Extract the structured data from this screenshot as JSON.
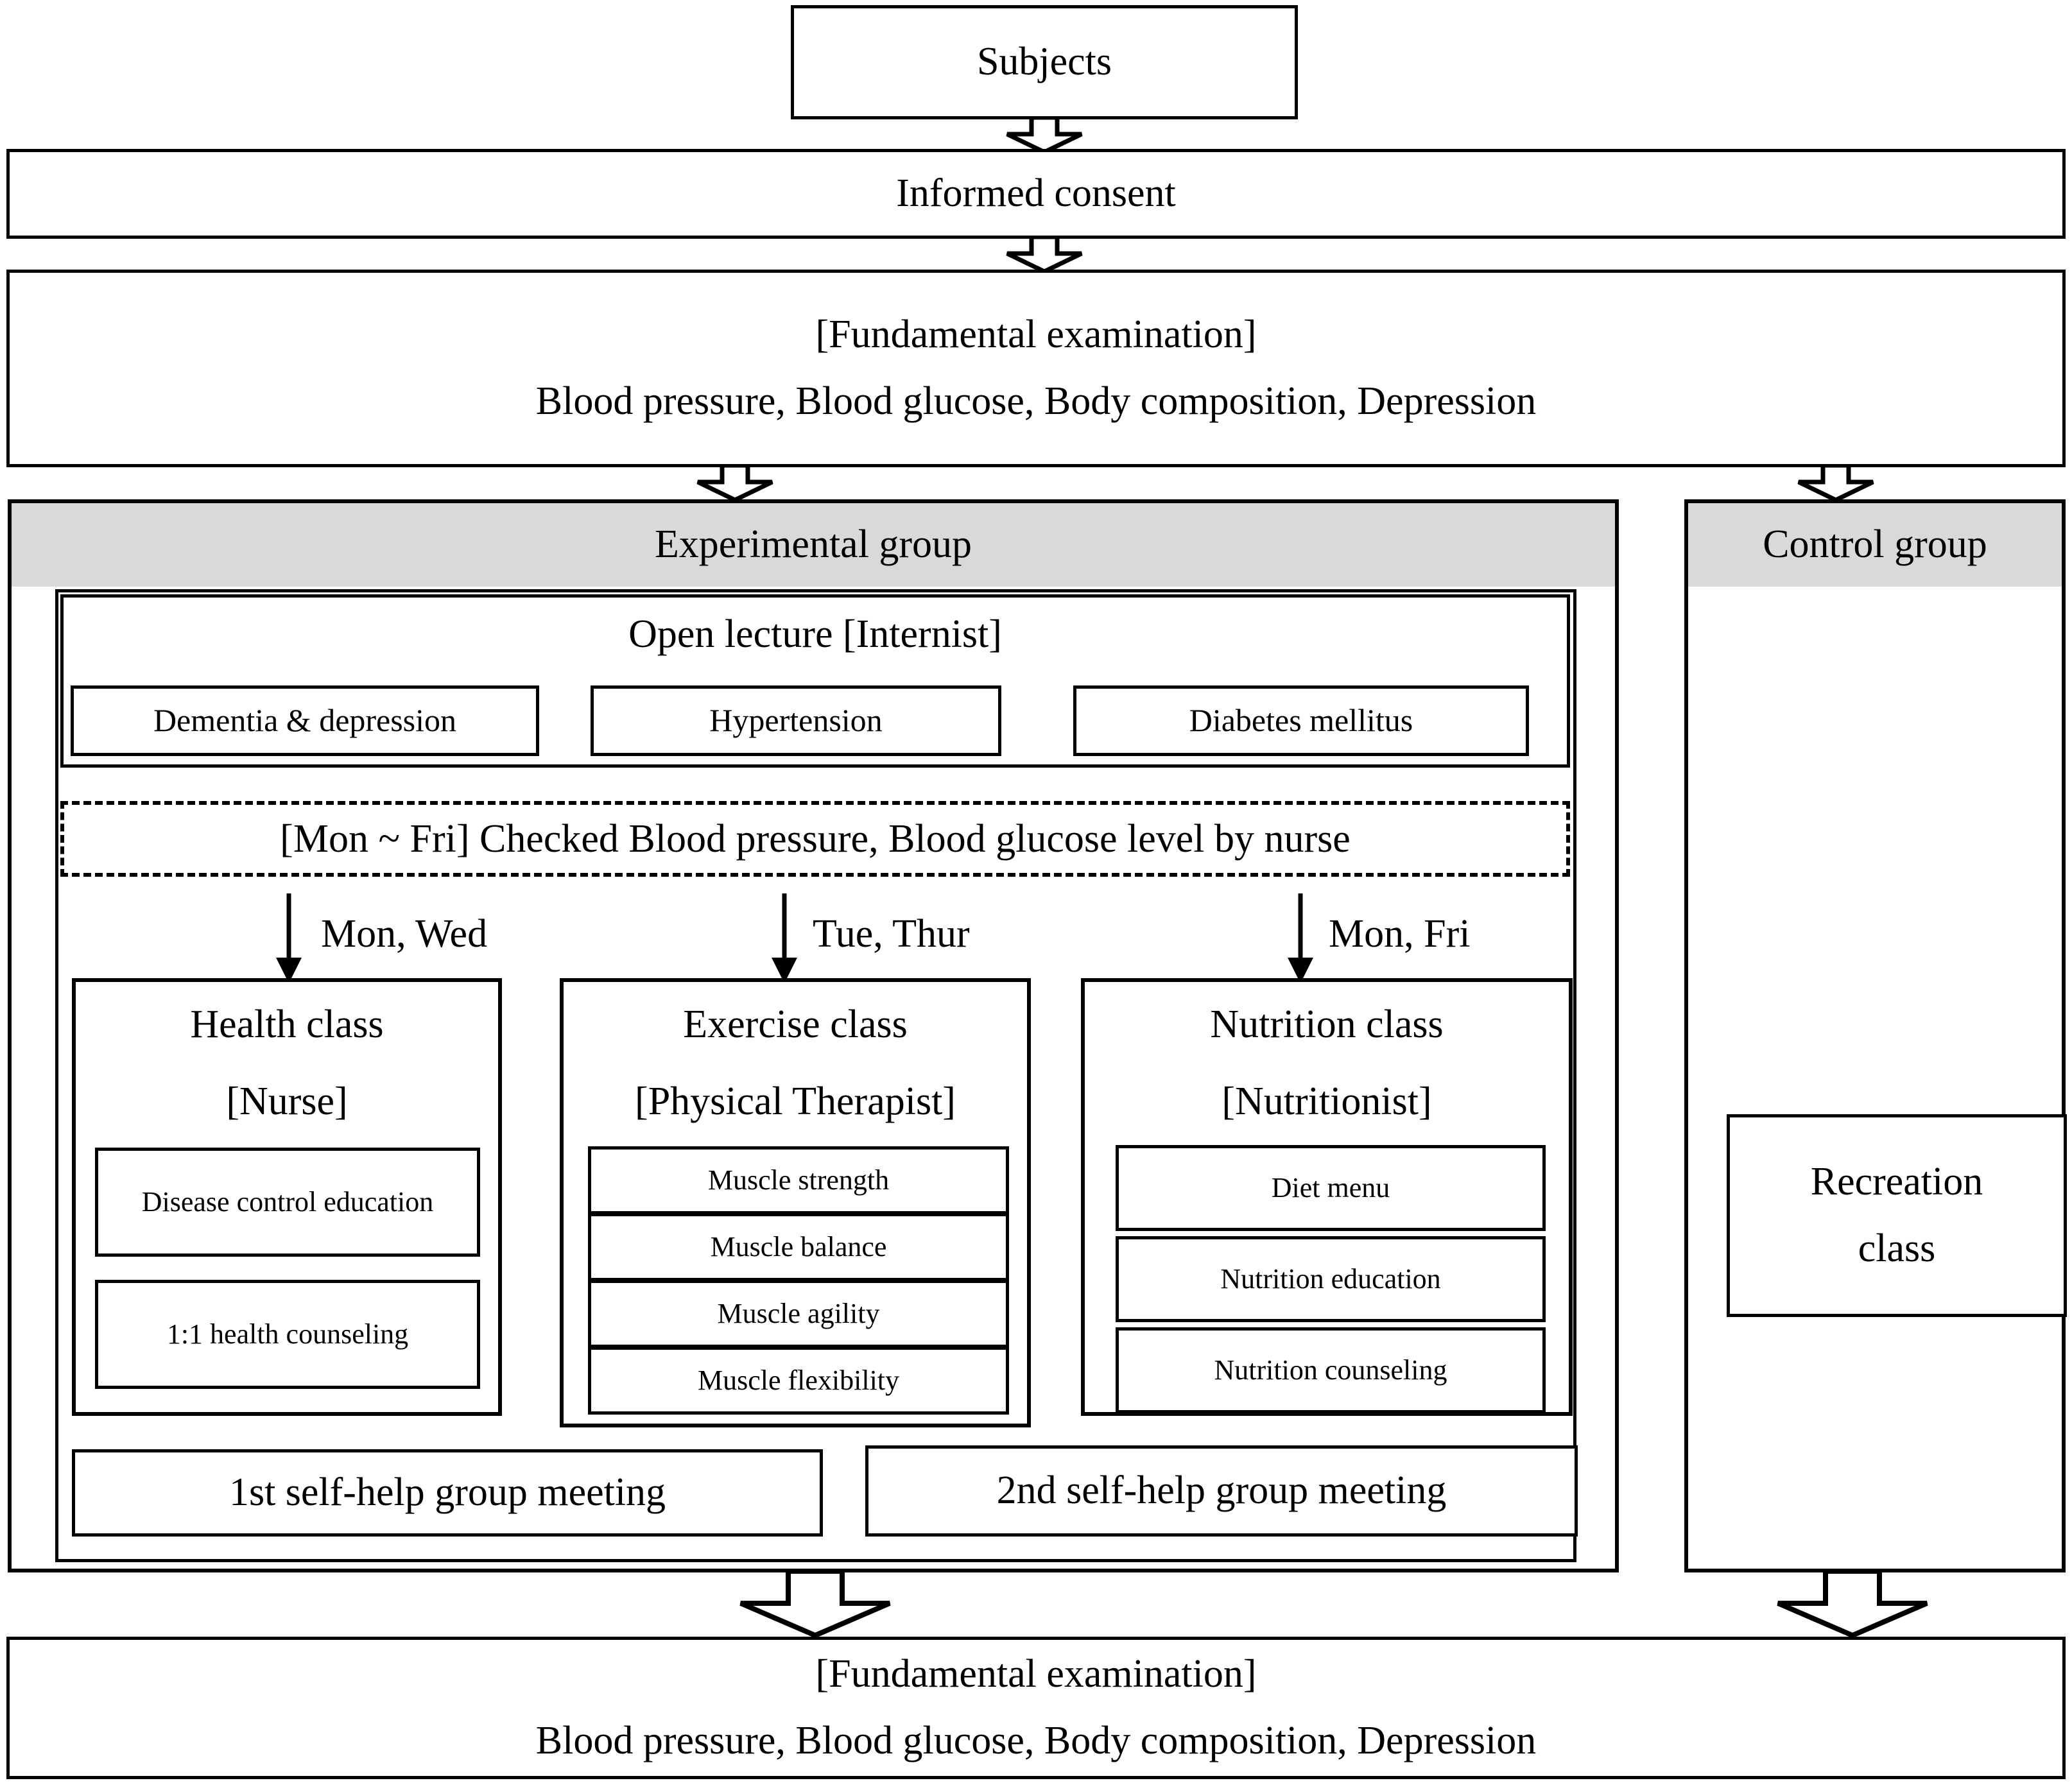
{
  "flow": {
    "subjects": "Subjects",
    "informed_consent": "Informed consent",
    "exam_top_title": "[Fundamental examination]",
    "exam_top_detail": "Blood pressure, Blood glucose, Body composition, Depression",
    "exam_bottom_title": "[Fundamental examination]",
    "exam_bottom_detail": "Blood pressure, Blood glucose, Body composition, Depression"
  },
  "experimental": {
    "header": "Experimental group",
    "open_lecture": {
      "title": "Open lecture [Internist]",
      "topics": [
        "Dementia & depression",
        "Hypertension",
        "Diabetes mellitus"
      ]
    },
    "monitoring": "[Mon ~ Fri] Checked Blood pressure, Blood glucose level by nurse",
    "schedule_labels": [
      "Mon, Wed",
      "Tue, Thur",
      "Mon, Fri"
    ],
    "classes": [
      {
        "title": "Health class",
        "provider": "[Nurse]",
        "items": [
          "Disease control education",
          "1:1 health counseling"
        ]
      },
      {
        "title": "Exercise class",
        "provider": "[Physical Therapist]",
        "items": [
          "Muscle strength",
          "Muscle balance",
          "Muscle agility",
          "Muscle flexibility"
        ]
      },
      {
        "title": "Nutrition class",
        "provider": "[Nutritionist]",
        "items": [
          "Diet menu",
          "Nutrition education",
          "Nutrition counseling"
        ]
      }
    ],
    "meetings": [
      "1st self-help group meeting",
      "2nd self-help group meeting"
    ]
  },
  "control": {
    "header": "Control group",
    "class_line1": "Recreation",
    "class_line2": "class"
  },
  "colors": {
    "header_fill": "#d9d9d9",
    "stroke": "#000000",
    "background": "#ffffff"
  }
}
